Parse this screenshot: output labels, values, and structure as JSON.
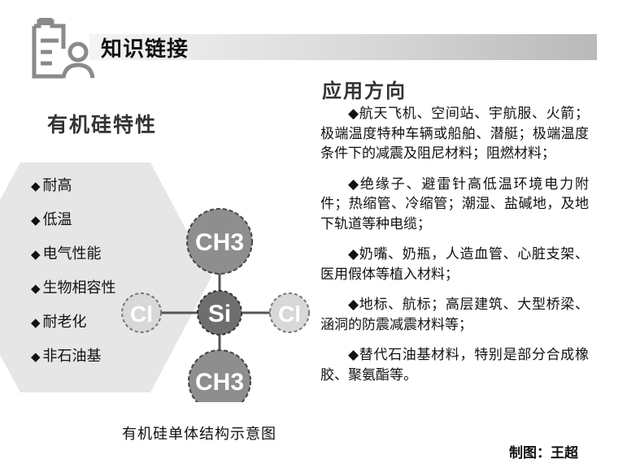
{
  "header": {
    "title": "知识链接",
    "icon": "document-user-icon"
  },
  "properties": {
    "title": "有机硅特性",
    "bullet": "◆",
    "items": [
      "耐高",
      "低温",
      "电气性能",
      "生物相容性",
      "耐老化",
      "非石油基"
    ]
  },
  "molecule": {
    "center": "Si",
    "top": "CH3",
    "bottom": "CH3",
    "left": "Cl",
    "right": "Cl",
    "caption": "有机硅单体结构示意图"
  },
  "applications": {
    "title": "应用方向",
    "items": [
      "◆航天飞机、空间站、宇航服、火箭；极端温度特种车辆或船舶、潜艇；极端温度条件下的减震及阻尼材料；阻燃材料；",
      "◆绝缘子、避雷针高低温环境电力附件；热缩管、冷缩管；潮湿、盐碱地，及地下轨道等种电缆；",
      "◆奶嘴、奶瓶，人造血管、心脏支架、医用假体等植入材料；",
      "◆地标、航标；高层建筑、大型桥梁、涵洞的防震减震材料等；",
      "◆替代石油基材料，特别是部分合成橡胶、聚氨酯等。"
    ]
  },
  "credit": "制图：王超",
  "colors": {
    "hexagon": "#e6e6e6",
    "ch3_atom": "#8e8e8e",
    "si_atom": "#6e6e6e",
    "cl_atom": "#d8d8d8",
    "icon": "#8a8a8a"
  }
}
